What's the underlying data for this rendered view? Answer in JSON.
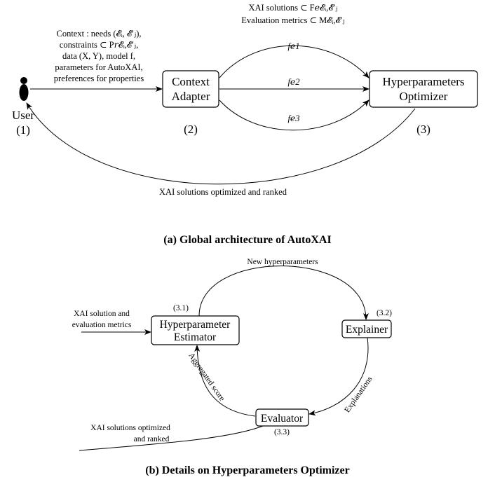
{
  "fig_a": {
    "user_label": "User",
    "user_num": "(1)",
    "context_lines": [
      "Context : needs (𝓔ᵢ, 𝓔′ⱼ),",
      "constraints ⊂ P𝑟𝓔ᵢ,𝓔′ⱼ,",
      "data (X, Y), model f,",
      "parameters for AutoXAI,",
      "preferences for properties"
    ],
    "adapter_lines": [
      "Context",
      "Adapter"
    ],
    "adapter_num": "(2)",
    "top_lines": [
      "XAI solutions ⊂ F𝑒𝓔ᵢ,𝓔′ⱼ",
      "Evaluation metrics ⊂ M𝓔ᵢ,𝓔′ⱼ"
    ],
    "f_labels": [
      "f𝑒1",
      "f𝑒2",
      "f𝑒3"
    ],
    "optimizer_lines": [
      "Hyperparameters",
      "Optimizer"
    ],
    "optimizer_num": "(3)",
    "return_label": "XAI solutions optimized and ranked",
    "caption": "(a) Global architecture of AutoXAI"
  },
  "fig_b": {
    "new_hyper": "New hyperparameters",
    "input_lines": [
      "XAI solution and",
      "evaluation metrics"
    ],
    "estimator_num": "(3.1)",
    "estimator_lines": [
      "Hyperparameter",
      "Estimator"
    ],
    "explainer_num": "(3.2)",
    "explainer_label": "Explainer",
    "agg_label": "Aggregated score",
    "explanations_label": "Explanations",
    "evaluator_label": "Evaluator",
    "evaluator_num": "(3.3)",
    "output_lines": [
      "XAI solutions optimized",
      "and ranked"
    ],
    "caption": "(b) Details on Hyperparameters Optimizer"
  }
}
